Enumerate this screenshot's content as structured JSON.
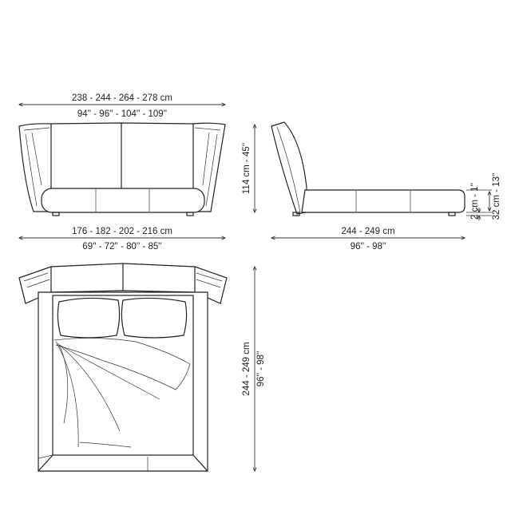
{
  "dimensions": {
    "overall_width_cm": "238 - 244 - 264 - 278 cm",
    "overall_width_in": "94'' - 96'' - 104'' - 109''",
    "headboard_height": "114 cm - 45''",
    "mattress_width_cm": "176 - 182 - 202 - 216 cm",
    "mattress_width_in": "69'' - 72'' - 80'' - 85''",
    "side_length_cm": "244 - 249 cm",
    "side_length_in": "96'' - 98''",
    "leg_height": "2 cm - 1''",
    "base_height": "32 cm - 13''",
    "plan_length_cm": "244 - 249 cm",
    "plan_length_in": "96'' - 98''"
  },
  "colors": {
    "line": "#222222",
    "background": "#ffffff"
  }
}
